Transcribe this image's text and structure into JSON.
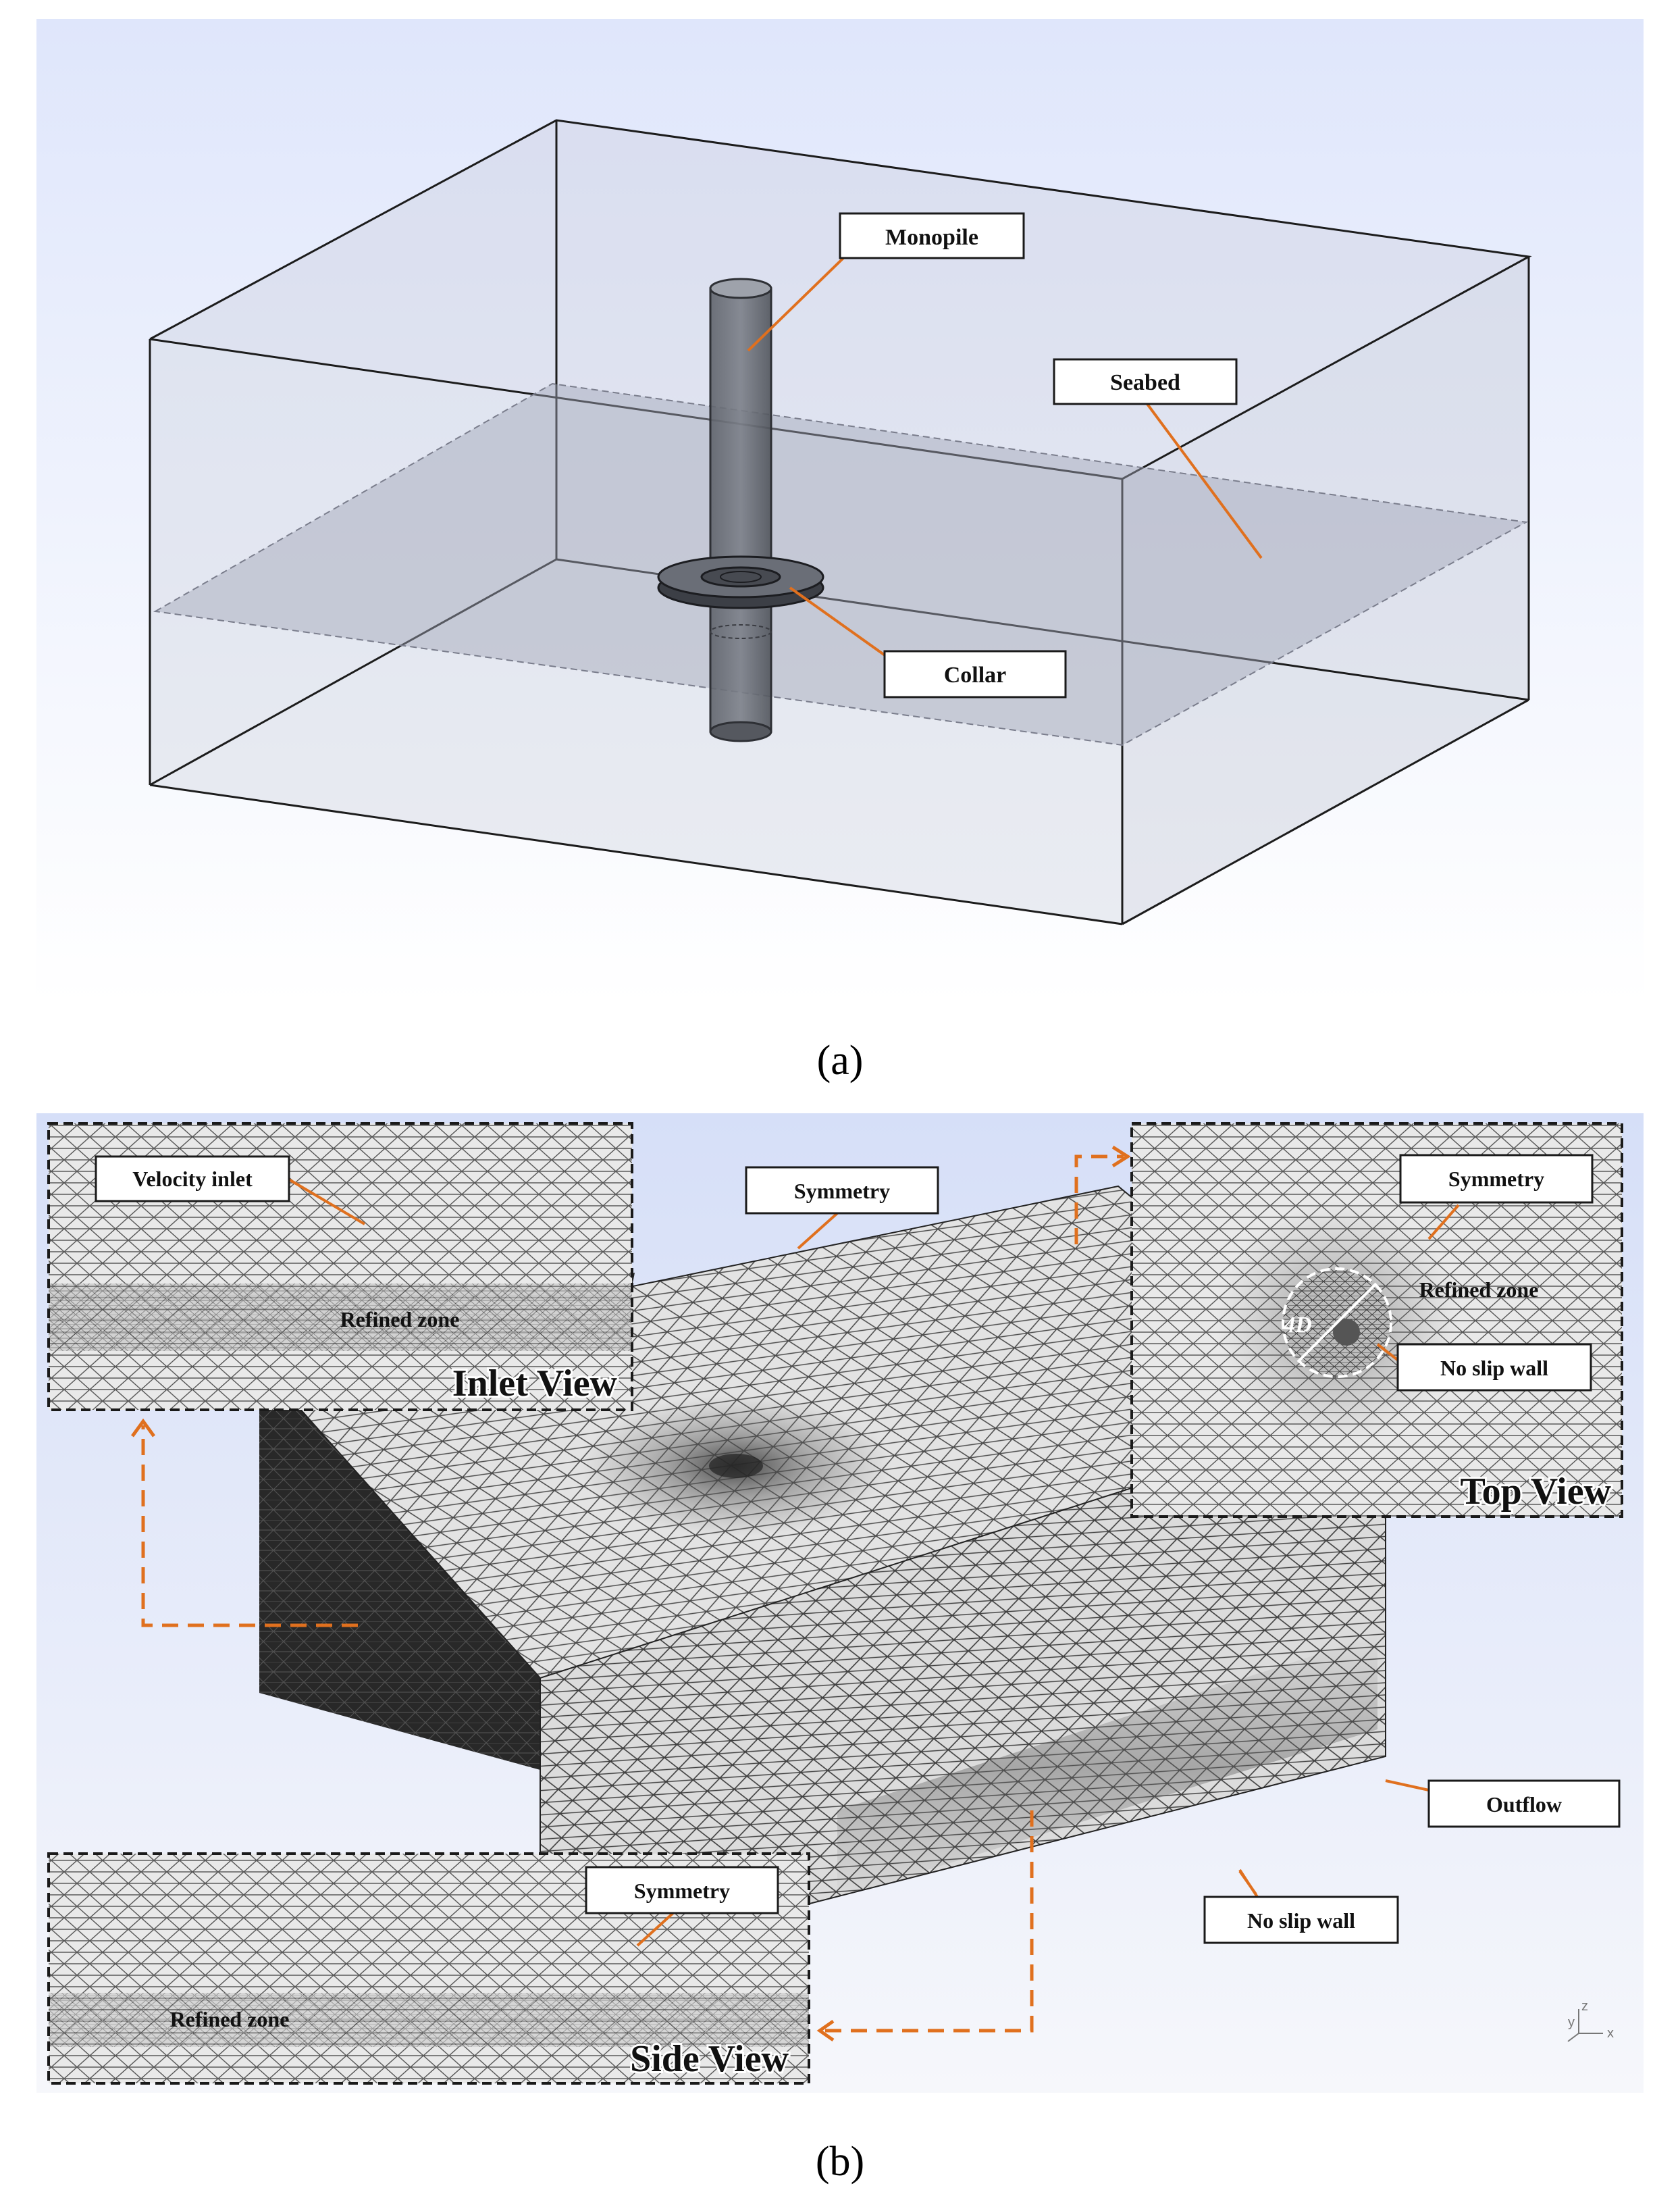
{
  "panel_a": {
    "caption": "(a)",
    "labels": {
      "monopile": "Monopile",
      "seabed": "Seabed",
      "collar": "Collar"
    }
  },
  "panel_b": {
    "caption": "(b)",
    "main_labels": {
      "symmetry": "Symmetry",
      "outflow": "Outflow",
      "no_slip_wall": "No slip wall"
    },
    "inlet_view": {
      "title": "Inlet View",
      "label": "Velocity inlet",
      "refined": "Refined zone"
    },
    "top_view": {
      "title": "Top View",
      "label": "Symmetry",
      "refined": "Refined zone",
      "wall": "No slip wall",
      "dimension": "4D"
    },
    "side_view": {
      "title": "Side View",
      "label": "Symmetry",
      "refined": "Refined zone"
    },
    "axis_letters": {
      "z": "z",
      "y": "y",
      "x": "x"
    }
  },
  "colors": {
    "leader": "#e0701e",
    "background_gradient_top": "#dde4fa",
    "background_gradient_bottom": "#ffffff",
    "mesh_line": "#3a3a3a"
  },
  "icons": [
    "axis-triad-icon"
  ]
}
